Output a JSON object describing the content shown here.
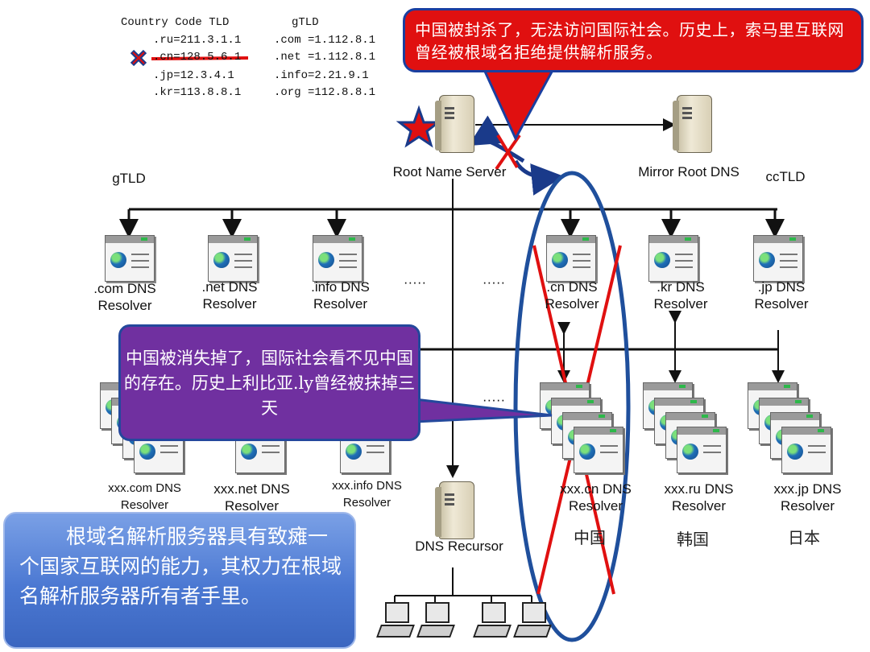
{
  "tld_table": {
    "cc_header": "Country Code TLD",
    "g_header": "gTLD",
    "cc_entries": [
      ".ru=211.3.1.1",
      ".cn=128.5.6.1",
      ".jp=12.3.4.1",
      ".kr=113.8.8.1"
    ],
    "g_entries": [
      ".com =1.112.8.1",
      ".net =1.112.8.1",
      ".info=2.21.9.1",
      ".org =112.8.8.1"
    ]
  },
  "callout_red": {
    "text": "中国被封杀了，无法访问国际社会。历史上，索马里互联网曾经被根域名拒绝提供解析服务。"
  },
  "callout_purple": {
    "text": "中国被消失掉了，国际社会看不见中国的存在。历史上利比亚.ly曾经被抹掉三天"
  },
  "note": {
    "text": "根域名解析服务器具有致瘫一个国家互联网的能力，其权力在根域名解析服务器所有者手里。"
  },
  "labels": {
    "root": "Root Name Server",
    "mirror": "Mirror Root DNS",
    "gtld": "gTLD",
    "cctld": "ccTLD",
    "recursor": "DNS Recursor",
    "dots": "·····",
    "com_resolver": ".com DNS Resolver",
    "net_resolver": ".net DNS Resolver",
    "info_resolver": ".info DNS Resolver",
    "cn_resolver": ".cn DNS Resolver",
    "kr_resolver": ".kr DNS Resolver",
    "jp_resolver": ".jp DNS Resolver",
    "xxx_com": "xxx.com DNS Resolver",
    "xxx_net": "xxx.net DNS Resolver",
    "xxx_info": "xxx.info DNS Resolver",
    "xxx_cn": "xxx.cn DNS Resolver",
    "xxx_ru": "xxx.ru DNS Resolver",
    "xxx_jp": "xxx.jp DNS Resolver",
    "china": "中国",
    "korea": "韩国",
    "japan": "日本"
  },
  "colors": {
    "callout_red": "#e01010",
    "callout_purple": "#7030a0",
    "note_blue": "#4b78d2",
    "cross": "#e01010",
    "ellipse": "#1f4f9c"
  }
}
